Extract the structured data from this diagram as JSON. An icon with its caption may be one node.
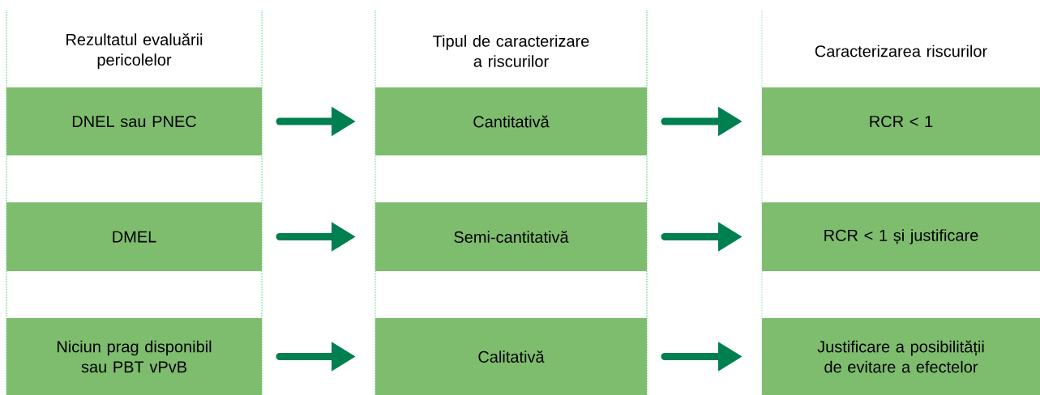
{
  "diagram": {
    "nodes": [
      {
        "text": [
          "DNEL sau PNEC"
        ]
      },
      {
        "text": [
          "Cantitativă"
        ]
      },
      {
        "text": [
          "RCR < 1"
        ]
      },
      {
        "text": [
          "DMEL"
        ]
      },
      {
        "text": [
          "Semi-cantitativă"
        ]
      },
      {
        "text": [
          "RCR < 1 și justificare"
        ]
      },
      {
        "text": [
          "Niciun prag disponibil sau PBT vPvB"
        ]
      },
      {
        "text": [
          "Calitativă"
        ]
      },
      {
        "text": [
          "Justificare a posibilității de evitare a efectelor"
        ]
      }
    ],
    "edges": [
      {
        "from": 0,
        "to": 1,
        "arrow": "to"
      },
      {
        "from": 1,
        "to": 2,
        "arrow": "to"
      },
      {
        "from": 3,
        "to": 4,
        "arrow": "to"
      },
      {
        "from": 4,
        "to": 5,
        "arrow": "to"
      },
      {
        "from": 6,
        "to": 7,
        "arrow": "to"
      },
      {
        "from": 7,
        "to": 8,
        "arrow": "to"
      }
    ],
    "labels": [
      "Rezultatul evaluării pericolelor",
      "Tipul de caracterizare a riscurilor",
      "Caracterizarea riscurilor"
    ]
  }
}
